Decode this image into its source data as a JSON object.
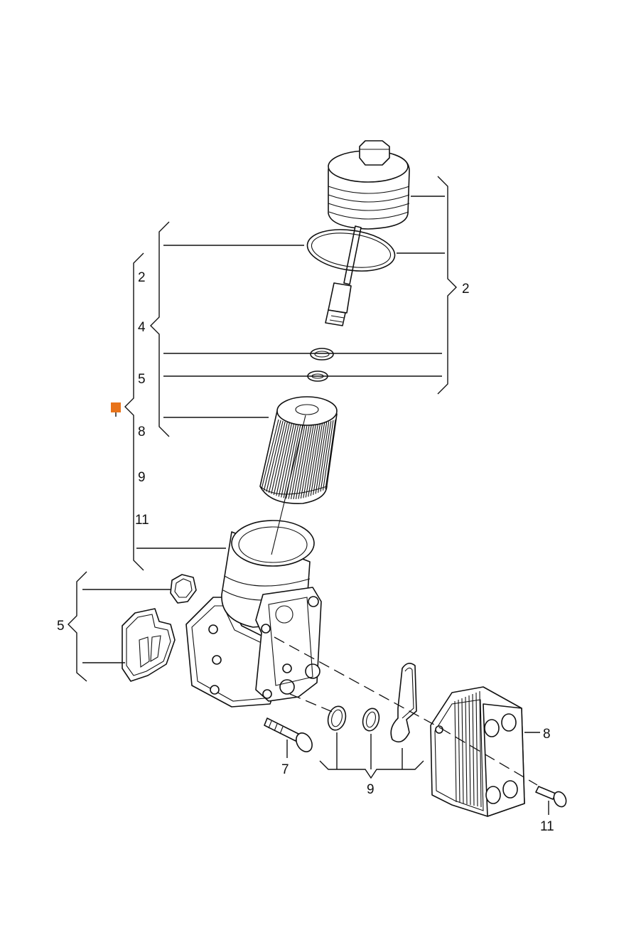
{
  "labels": {
    "left_bracket": [
      "2",
      "4",
      "5",
      "8",
      "9",
      "11"
    ],
    "right_cap_group": "2",
    "gasket_group": "5",
    "cooler": "8",
    "oring_group": "9",
    "bolt": "7",
    "small_bolt": "11"
  },
  "colors": {
    "marker": "#e8731a",
    "ink": "#111111",
    "background": "#ffffff"
  },
  "icons": {
    "marker": "orange-square-marker"
  }
}
